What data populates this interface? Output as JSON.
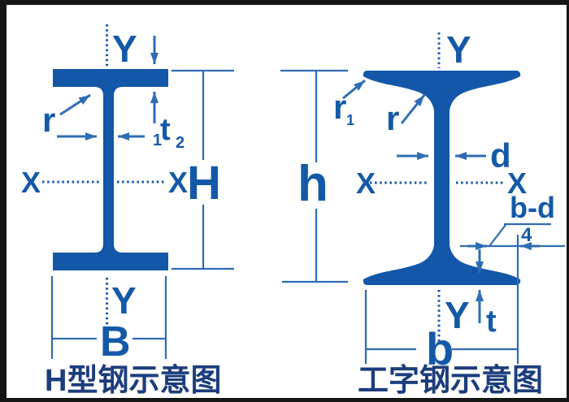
{
  "colors": {
    "beam_blue": "#1257A8",
    "dim_line_blue": "#2E6CB4",
    "label_blue": "#1459A8",
    "caption_navy": "#1C3D7C",
    "frame_dark": "#161616",
    "background": "#FFFFFF"
  },
  "left_diagram": {
    "caption": "H型钢示意图",
    "labels": {
      "y_axis_top": "Y",
      "y_axis_bottom": "Y",
      "x_axis_left": "X",
      "x_axis_right": "X",
      "overall_height": "H",
      "flange_width": "B",
      "fillet_radius": "r",
      "flange_thickness_base": "t",
      "flange_thickness_sub": "2",
      "web_thickness_sub": "1"
    }
  },
  "right_diagram": {
    "caption": "工字钢示意图",
    "labels": {
      "y_axis_top": "Y",
      "y_axis_bottom": "Y",
      "x_axis_left": "X",
      "x_axis_right": "X",
      "overall_height": "h",
      "flange_width": "b",
      "web_thickness": "d",
      "fillet_radius": "r",
      "tip_fillet_base": "r",
      "tip_fillet_sub": "1",
      "flange_thickness": "t",
      "fraction_numerator": "b-d",
      "fraction_denominator": "4"
    }
  }
}
